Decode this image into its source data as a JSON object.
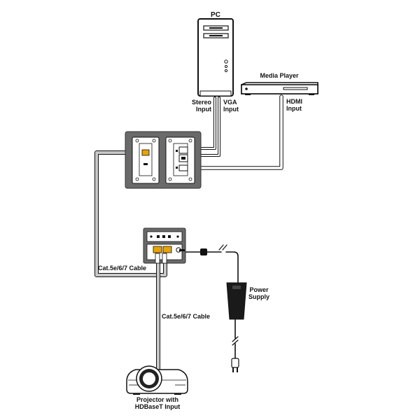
{
  "labels": {
    "pc": "PC",
    "media_player": "Media Player",
    "stereo_input": [
      "Stereo",
      "Input"
    ],
    "vga_input": [
      "VGA",
      "Input"
    ],
    "hdmi_input": [
      "HDMI",
      "Input"
    ],
    "cable_1": "Cat.5e/6/7 Cable",
    "cable_2": "Cat.5e/6/7 Cable",
    "power_supply": [
      "Power",
      "Supply"
    ],
    "projector": [
      "Projector with",
      "HDBaseT Input"
    ]
  },
  "colors": {
    "outline": "#111111",
    "wallplate_frame": "#6a6a6a",
    "cable": "#b5b5b5",
    "device_fill": "#ffffff",
    "adapter_fill": "#1a1a1a",
    "connector_accent": "#e8a400"
  },
  "icons": [
    "pc-tower-icon",
    "media-player-icon",
    "wallplate-transmitter-icon",
    "hdbaset-receiver-icon",
    "power-adapter-icon",
    "ac-plug-icon",
    "projector-icon"
  ]
}
